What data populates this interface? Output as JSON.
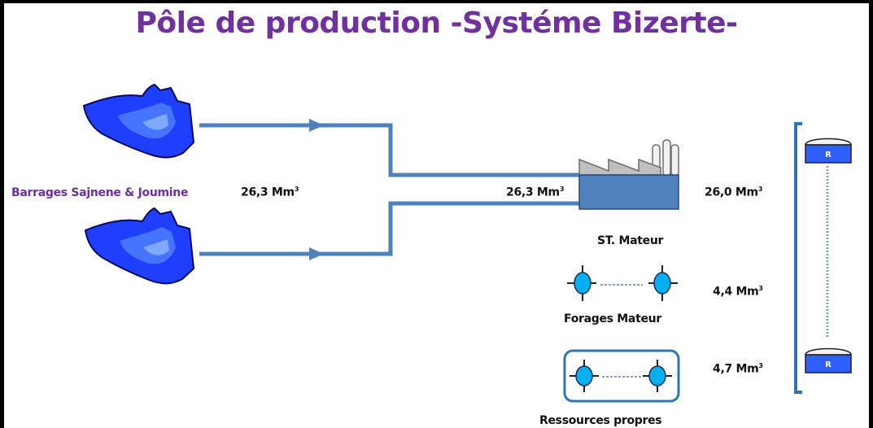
{
  "title": "Pôle de production -Systéme Bizerte-",
  "source": {
    "label": "Barrages Sajnene & Joumine",
    "flow": {
      "value": "26,3",
      "unit": "Mm",
      "exp": "3"
    }
  },
  "inflow": {
    "value": "26,3",
    "unit": "Mm",
    "exp": "3"
  },
  "station": {
    "label": "ST. Mateur",
    "flow": {
      "value": "26,0",
      "unit": "Mm",
      "exp": "3"
    }
  },
  "forages": {
    "label": "Forages Mateur",
    "flow": {
      "value": "4,4",
      "unit": "Mm",
      "exp": "3"
    }
  },
  "ressources": {
    "label": "Ressources propres",
    "flow": {
      "value": "4,7",
      "unit": "Mm",
      "exp": "3"
    }
  },
  "reservoirs": {
    "top_label": "R",
    "bottom_label": "R"
  },
  "colors": {
    "title": "#7030a0",
    "pipe": "#4f81bd",
    "dam": "#1f3fff",
    "well": "#00b0f0",
    "reservoir": "#2f5fff"
  }
}
